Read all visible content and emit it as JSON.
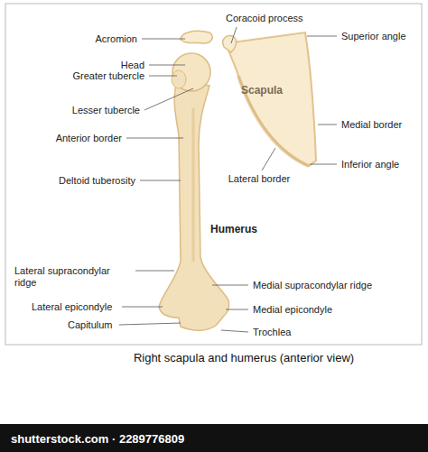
{
  "diagram": {
    "caption": "Right scapula and humerus (anterior view)",
    "labels": [
      "Acromion",
      "Coracoid process",
      "Superior angle",
      "Head",
      "Greater tubercle",
      "Scapula",
      "Lesser tubercle",
      "Medial border",
      "Anterior border",
      "Inferior angle",
      "Lateral border",
      "Deltoid tuberosity",
      "Humerus",
      "Lateral supracondylar ridge",
      "Medial supracondylar ridge",
      "Lateral epicondyle",
      "Medial epicondyle",
      "Capitulum",
      "Trochlea",
      "shutterstock.com · 2289776809"
    ]
  }
}
